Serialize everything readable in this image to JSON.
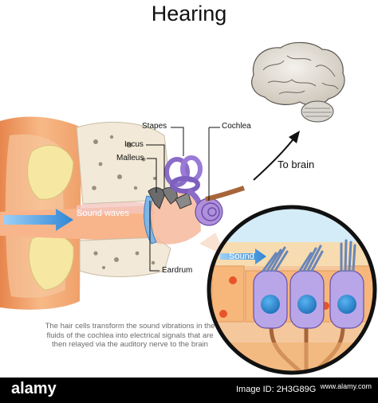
{
  "title": "Hearing",
  "labels": {
    "stapes": "Stapes",
    "cochlea": "Cochlea",
    "incus": "Incus",
    "malleus": "Malleus",
    "eardrum": "Eardrum",
    "sound_waves": "Sound waves",
    "sound": "Sound",
    "to_brain": "To brain"
  },
  "caption": "The hair cells transform the sound vibrations in the fluids of the cochlea into electrical signals that are then relayed via the auditory nerve to the brain",
  "watermark": {
    "logo": "alamy",
    "image_id": "Image ID: 2H3G89G",
    "url": "www.alamy.com"
  },
  "colors": {
    "outer_ear": "#f3b07a",
    "bone": "#f2e9d8",
    "fat": "#f6e7a3",
    "ossicles": "#8b6cc7",
    "cochlea": "#b08fdd",
    "arrow": "#3b8fd9",
    "hair_cell": "#b9a6e8",
    "nucleus": "#2f8fd1",
    "brain": "#e6e1d8"
  }
}
